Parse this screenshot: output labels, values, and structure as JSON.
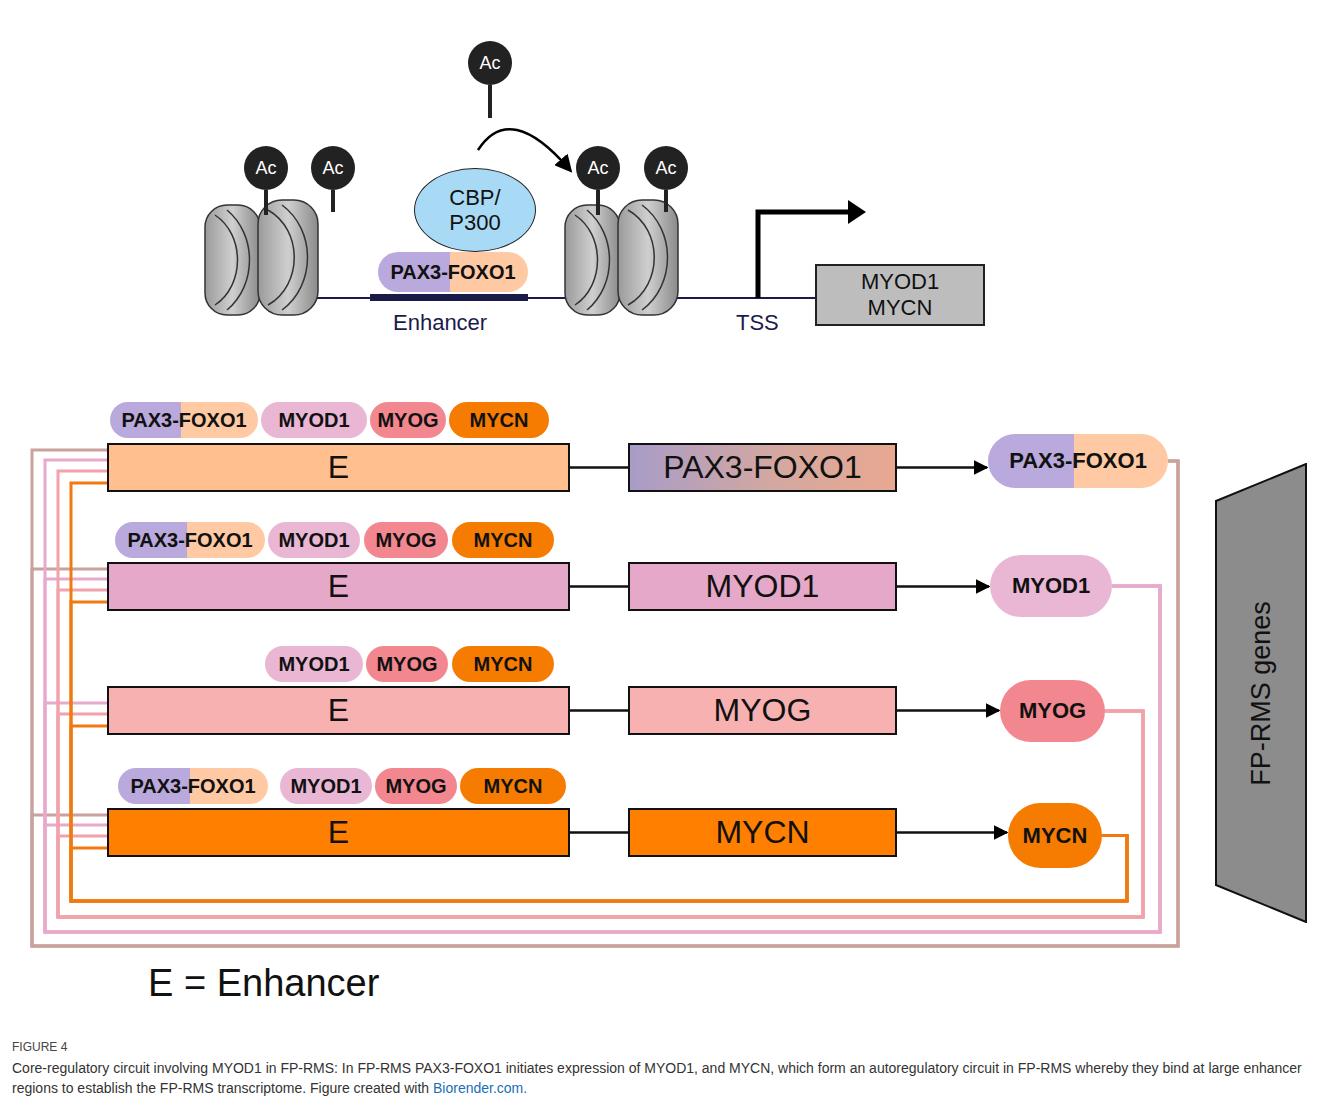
{
  "diagram": {
    "caption": "Core-regulatory circuit involving MYOD1 in FP-RMS: In FP-RMS PAX3-FOXO1 initiates expression of MYOD1, and MYCN, which form an autoregulatory circuit in FP-RMS whereby they bind at large enhancer regions to establish the FP-RMS transcriptome.",
    "nodes": [
      {
        "text": [
          "Ac"
        ]
      },
      {
        "text": [
          "Ac"
        ]
      },
      {
        "text": [
          "Ac"
        ]
      },
      {
        "text": [
          "Ac"
        ]
      },
      {
        "text": [
          "Ac"
        ]
      },
      {
        "text": [
          "CBP/ P300"
        ]
      },
      {
        "text": [
          "PAX3-FOXO1"
        ]
      },
      {
        "text": [
          "MYOD1 MYCN"
        ]
      },
      {
        "text": [
          "PAX3-FOXO1"
        ]
      },
      {
        "text": [
          "MYOD1"
        ]
      },
      {
        "text": [
          "MYOG"
        ]
      },
      {
        "text": [
          "MYCN"
        ]
      },
      {
        "text": [
          "E"
        ]
      },
      {
        "text": [
          "PAX3-FOXO1"
        ]
      },
      {
        "text": [
          "PAX3-FOXO1"
        ]
      },
      {
        "text": [
          "PAX3-FOXO1"
        ]
      },
      {
        "text": [
          "MYOD1"
        ]
      },
      {
        "text": [
          "MYOG"
        ]
      },
      {
        "text": [
          "MYCN"
        ]
      },
      {
        "text": [
          "E"
        ]
      },
      {
        "text": [
          "MYOD1"
        ]
      },
      {
        "text": [
          "MYOD1"
        ]
      },
      {
        "text": [
          "MYOD1"
        ]
      },
      {
        "text": [
          "MYOG"
        ]
      },
      {
        "text": [
          "MYCN"
        ]
      },
      {
        "text": [
          "E"
        ]
      },
      {
        "text": [
          "MYOG"
        ]
      },
      {
        "text": [
          "MYOG"
        ]
      },
      {
        "text": [
          "PAX3-FOXO1"
        ]
      },
      {
        "text": [
          "MYOD1"
        ]
      },
      {
        "text": [
          "MYOG"
        ]
      },
      {
        "text": [
          "MYCN"
        ]
      },
      {
        "text": [
          "E"
        ]
      },
      {
        "text": [
          "MYCN"
        ]
      },
      {
        "text": [
          "MYCN"
        ]
      },
      {
        "text": [
          "FP-RMS genes"
        ]
      }
    ],
    "edges": [
      {
        "from": 12,
        "to": 13,
        "arrow": "none"
      },
      {
        "from": 19,
        "to": 20,
        "arrow": "none"
      },
      {
        "from": 25,
        "to": 26,
        "arrow": "none"
      },
      {
        "from": 32,
        "to": 33,
        "arrow": "none"
      },
      {
        "from": 13,
        "to": 14,
        "arrow": "to"
      },
      {
        "from": 20,
        "to": 21,
        "arrow": "to"
      },
      {
        "from": 26,
        "to": 27,
        "arrow": "to"
      },
      {
        "from": 33,
        "to": 34,
        "arrow": "to"
      },
      {
        "from": 14,
        "to": 12,
        "arrow": "none"
      },
      {
        "from": 14,
        "to": 19,
        "arrow": "none"
      },
      {
        "from": 14,
        "to": 32,
        "arrow": "none"
      },
      {
        "from": 21,
        "to": 12,
        "arrow": "none"
      },
      {
        "from": 21,
        "to": 19,
        "arrow": "none"
      },
      {
        "from": 21,
        "to": 25,
        "arrow": "none"
      },
      {
        "from": 21,
        "to": 32,
        "arrow": "none"
      },
      {
        "from": 27,
        "to": 12,
        "arrow": "none"
      },
      {
        "from": 27,
        "to": 19,
        "arrow": "none"
      },
      {
        "from": 27,
        "to": 25,
        "arrow": "none"
      },
      {
        "from": 27,
        "to": 32,
        "arrow": "none"
      },
      {
        "from": 34,
        "to": 12,
        "arrow": "none"
      },
      {
        "from": 34,
        "to": 19,
        "arrow": "none"
      },
      {
        "from": 34,
        "to": 25,
        "arrow": "none"
      },
      {
        "from": 34,
        "to": 32,
        "arrow": "none"
      }
    ],
    "labels": [
      "Enhancer",
      "TSS",
      "E = Enhancer",
      "FIGURE 4",
      "Figure created with",
      "Biorender.com."
    ]
  }
}
